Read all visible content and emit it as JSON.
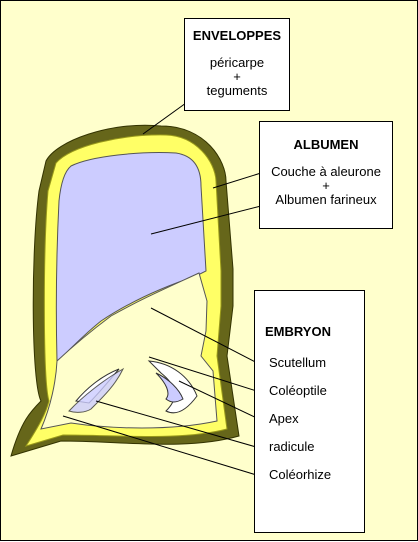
{
  "colors": {
    "background": "#ffffcc",
    "outer_envelope": "#66661a",
    "inner_envelope": "#ffff66",
    "albumen": "#ccccff",
    "embryo": "#ffffcc"
  },
  "enveloppes": {
    "title": "ENVELOPPES",
    "lines": [
      "péricarpe",
      "+",
      "teguments"
    ]
  },
  "albumen": {
    "title": "ALBUMEN",
    "lines": [
      "Couche à aleurone",
      "+",
      "Albumen farineux"
    ]
  },
  "embryon": {
    "title": "EMBRYON",
    "items": [
      "Scutellum",
      "Coléoptile",
      "Apex",
      "radicule",
      "Coléorhize"
    ]
  }
}
